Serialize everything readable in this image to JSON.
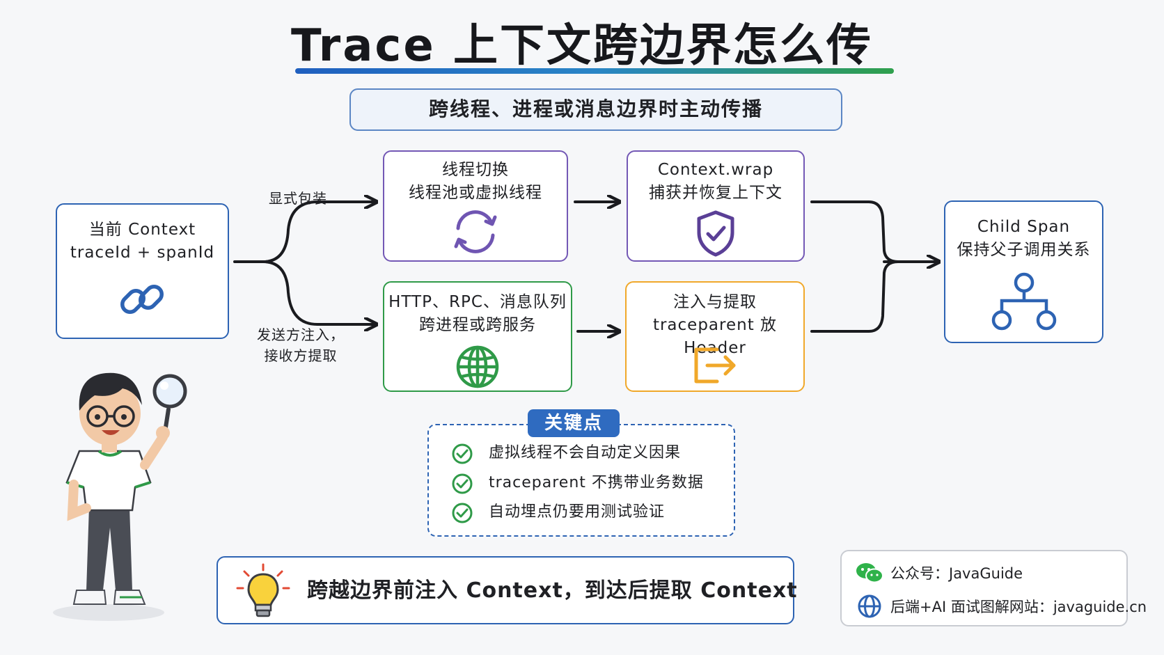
{
  "title": "Trace 上下文跨边界怎么传",
  "subtitle": "跨线程、进程或消息边界时主动传播",
  "nodes": {
    "current_context": {
      "line1": "当前 Context",
      "line2": "traceId + spanId",
      "icon": "link-icon"
    },
    "thread_switch": {
      "line1": "线程切换",
      "line2": "线程池或虚拟线程",
      "icon": "sync-arrows-icon"
    },
    "context_wrap": {
      "line1": "Context.wrap",
      "line2": "捕获并恢复上下文",
      "icon": "shield-check-icon"
    },
    "cross_service": {
      "line1": "HTTP、RPC、消息队列",
      "line2": "跨进程或跨服务",
      "icon": "globe-icon"
    },
    "inject_extract": {
      "line1": "注入与提取",
      "line2": "traceparent 放 Header",
      "icon": "export-icon"
    },
    "child_span": {
      "line1": "Child Span",
      "line2": "保持父子调用关系",
      "icon": "hierarchy-icon"
    }
  },
  "edge_labels": {
    "upper": "显式包装",
    "lower_line1": "发送方注入，",
    "lower_line2": "接收方提取"
  },
  "key_points": {
    "tag": "关键点",
    "items": [
      "虚拟线程不会自动定义因果",
      "traceparent 不携带业务数据",
      "自动埋点仍要用测试验证"
    ]
  },
  "bottom_tip": "跨越边界前注入 Context，到达后提取  Context",
  "footer": {
    "wechat": "公众号：JavaGuide",
    "site": "后端+AI 面试图解网站：javaguide.cn"
  },
  "colors": {
    "blue": "#2d63b3",
    "purple": "#7358b5",
    "green": "#2f9a48",
    "orange": "#f0a82a"
  }
}
